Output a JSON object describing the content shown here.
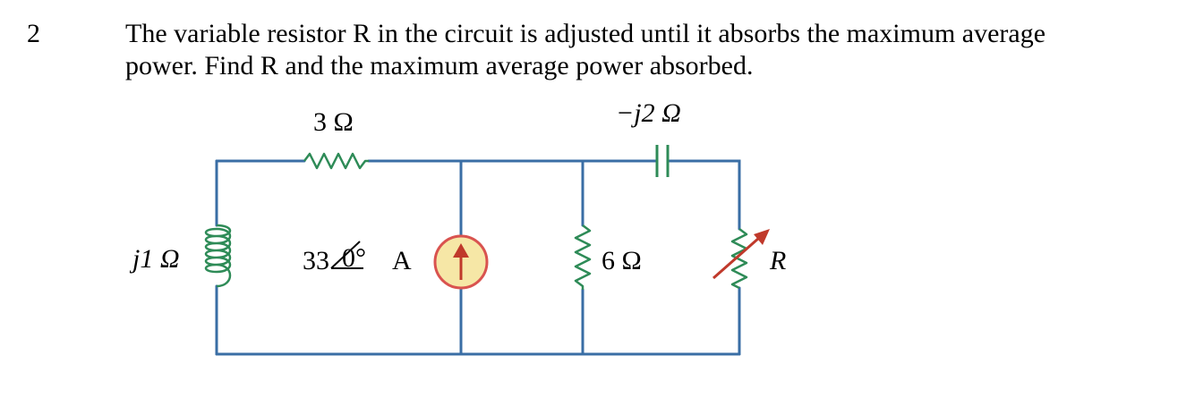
{
  "question": {
    "number": "2",
    "line1": "The variable resistor R in the circuit is adjusted until it absorbs the maximum average",
    "line2": "power. Find R and the maximum average power absorbed."
  },
  "circuit": {
    "resistor_3_label": "3 Ω",
    "capacitor_label": "−j2 Ω",
    "inductor_label": "j1 Ω",
    "source_magnitude": "33",
    "source_angle": "0°",
    "source_unit": "A",
    "resistor_6_label": "6 Ω",
    "variable_resistor_label": "R",
    "colors": {
      "wire": "#3a6ea5",
      "component": "#2e8b57",
      "source_fill": "#f6e7a6",
      "source_stroke": "#d9534f",
      "arrow": "#c0392b"
    }
  }
}
